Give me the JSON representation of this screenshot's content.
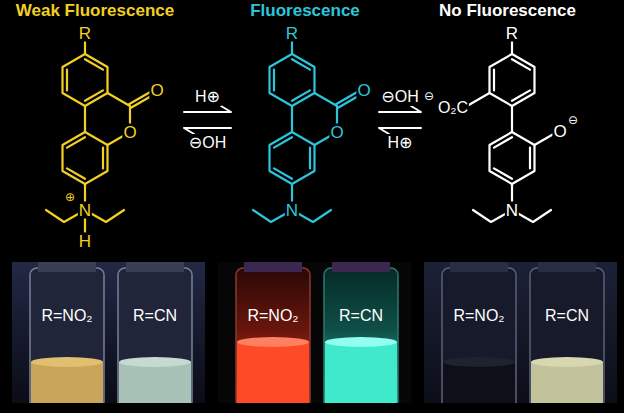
{
  "diagram": {
    "nodes": [
      {
        "text": [
          "Weak Fluorescence"
        ]
      },
      {
        "text": [
          "Fluorescence"
        ]
      },
      {
        "text": [
          "No Fluorescence"
        ]
      },
      {
        "text": [
          "R=NO₂",
          "R=CN"
        ]
      },
      {
        "text": [
          "R=NO₂",
          "R=CN"
        ]
      },
      {
        "text": [
          "R=NO₂",
          "R=CN"
        ]
      }
    ],
    "edges": [
      {
        "from": 0,
        "to": 1,
        "label": "H⊕",
        "arrow": "to"
      },
      {
        "from": 1,
        "to": 0,
        "label": "⊖OH",
        "arrow": "to"
      },
      {
        "from": 1,
        "to": 2,
        "label": "⊖OH",
        "arrow": "to"
      },
      {
        "from": 2,
        "to": 1,
        "label": "H⊕",
        "arrow": "to"
      }
    ],
    "labels": [
      "R",
      "O",
      "O",
      "N",
      "⊕",
      "H",
      "R",
      "O",
      "O",
      "N",
      "R",
      "⊖",
      "O₂C",
      "O",
      "⊖",
      "N"
    ]
  }
}
